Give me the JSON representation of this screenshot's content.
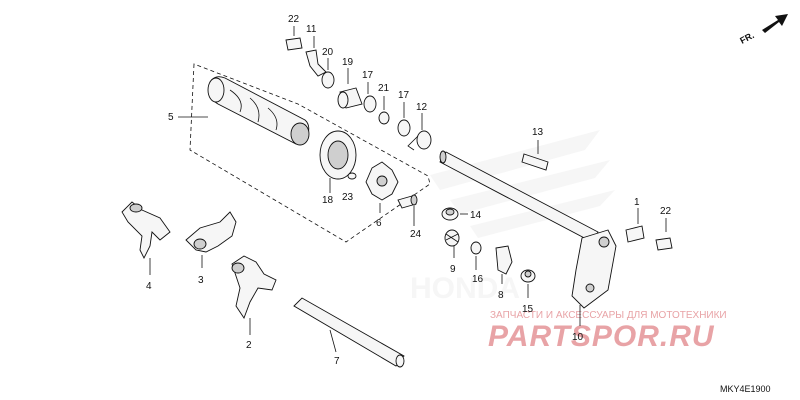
{
  "diagram": {
    "direction_label": "FR.",
    "code": "MKY4E1900",
    "watermark": {
      "line1": "ЗАПЧАСТИ И АКСЕССУАРЫ ДЛЯ МОТОТЕХНИКИ",
      "line2": "PARTSPOR.RU",
      "brand": "HONDA"
    },
    "callouts": {
      "p1": "1",
      "p2": "2",
      "p3": "3",
      "p4": "4",
      "p5": "5",
      "p6": "6",
      "p7": "7",
      "p8": "8",
      "p9": "9",
      "p10": "10",
      "p11": "11",
      "p12": "12",
      "p13": "13",
      "p14": "14",
      "p15": "15",
      "p16": "16",
      "p17a": "17",
      "p17b": "17",
      "p18": "18",
      "p19": "19",
      "p20": "20",
      "p21": "21",
      "p22a": "22",
      "p22b": "22",
      "p23": "23",
      "p24": "24"
    },
    "colors": {
      "watermark_red": "#e8a3a6",
      "watermark_brand": "#e6e6e6",
      "ink": "#111111"
    }
  }
}
